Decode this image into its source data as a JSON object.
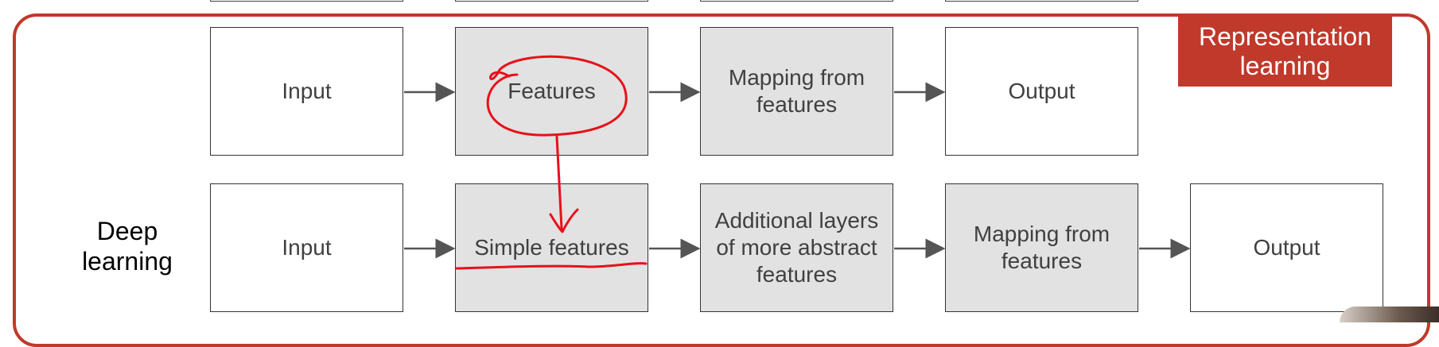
{
  "badge": {
    "text": "Representation learning"
  },
  "side_label": "Deep learning",
  "row1": [
    {
      "label": "Input",
      "shade": "white"
    },
    {
      "label": "Features",
      "shade": "gray"
    },
    {
      "label": "Mapping from features",
      "shade": "gray"
    },
    {
      "label": "Output",
      "shade": "white"
    }
  ],
  "row2": [
    {
      "label": "Input",
      "shade": "white"
    },
    {
      "label": "Simple features",
      "shade": "gray"
    },
    {
      "label": "Additional layers of more abstract features",
      "shade": "gray"
    },
    {
      "label": "Mapping from features",
      "shade": "gray"
    },
    {
      "label": "Output",
      "shade": "white"
    }
  ],
  "colors": {
    "accent": "#c0392b",
    "annotation": "#e8101a",
    "box_gray": "#e2e2e2"
  }
}
